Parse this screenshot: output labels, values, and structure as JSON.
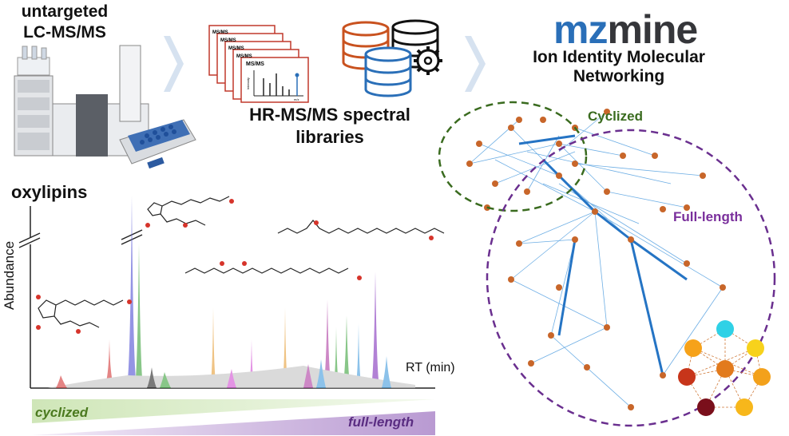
{
  "lcms": {
    "line1": "untargeted",
    "line2": "LC-MS/MS"
  },
  "hrms": {
    "line1": "HR-MS/MS spectral",
    "line2": "libraries"
  },
  "spectrum_card": {
    "title": "MS/MS",
    "ylabel": "Intensity",
    "xlabel": "m/z"
  },
  "logo": {
    "part1": "mz",
    "part2": "mine"
  },
  "iimn": {
    "line1": "Ion Identity Molecular",
    "line2": "Networking"
  },
  "network": {
    "cyclized_label": "Cyclized",
    "fulllength_label": "Full-length"
  },
  "chromatogram": {
    "title": "oxylipins",
    "ylabel": "Abundance",
    "xlabel": "RT (min)"
  },
  "gradient": {
    "left_label": "cyclized",
    "right_label": "full-length"
  },
  "colors": {
    "cyclized": "#4b7a1f",
    "fulllength": "#6a2f8f",
    "network_edge": "#2f8ad6",
    "network_node": "#c8662a",
    "db_orange": "#c9521f",
    "db_blue": "#2a6fb8",
    "card_red": "#c0392b",
    "logo_blue": "#2a6fb8"
  },
  "icons": [
    "chevron-right-icon",
    "database-icon",
    "gear-icon",
    "lcms-instrument-icon",
    "molecule-structure-icon"
  ]
}
